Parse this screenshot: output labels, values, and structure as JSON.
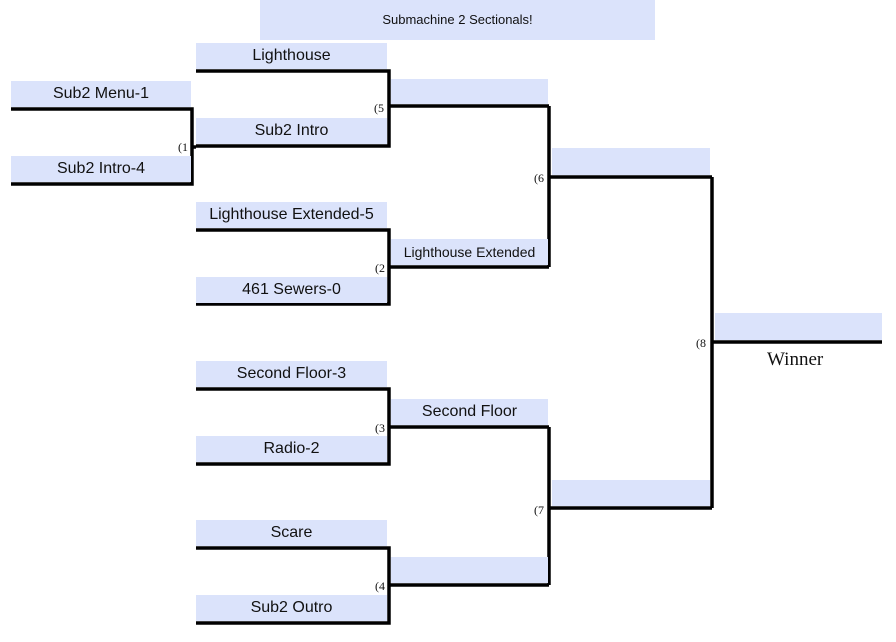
{
  "title": "Submachine 2 Sectionals!",
  "round1": {
    "m1": {
      "number": "(1",
      "top": "Sub2 Menu-1",
      "bottom": "Sub2 Intro-4"
    },
    "m5_top": "Lighthouse",
    "m2": {
      "number": "(2",
      "top": "Lighthouse Extended-5",
      "bottom": "461 Sewers-0"
    },
    "m3": {
      "number": "(3",
      "top": "Second Floor-3",
      "bottom": "Radio-2"
    },
    "m4": {
      "number": "(4",
      "top": "Scare",
      "bottom": "Sub2 Outro"
    }
  },
  "round2": {
    "m5": {
      "number": "(5",
      "bottom": "Sub2 Intro",
      "winner": ""
    },
    "m2_winner": "Lighthouse Extended",
    "m3_winner": "Second Floor",
    "m4_winner": ""
  },
  "round3": {
    "m6": {
      "number": "(6",
      "winner": ""
    },
    "m7": {
      "number": "(7",
      "winner": ""
    }
  },
  "final": {
    "m8": {
      "number": "(8",
      "winner": ""
    },
    "winner_label": "Winner"
  },
  "colors": {
    "slot_fill": "#dbe3fb",
    "line": "#000000"
  }
}
